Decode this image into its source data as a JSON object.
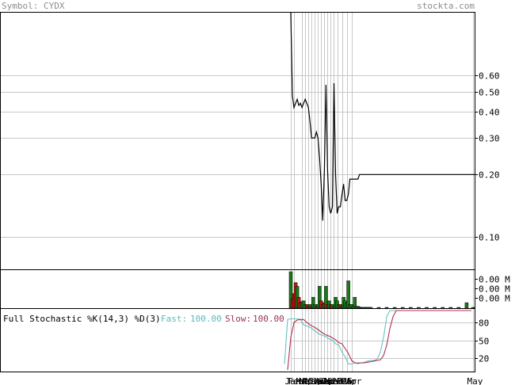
{
  "header": {
    "symbol_label": "Symbol: CYDX",
    "brand": "stockta.com"
  },
  "colors": {
    "price_line": "#000000",
    "grid": "#c8c8c8",
    "volume_up": "#1a7a1a",
    "volume_down": "#cc1111",
    "fast_line": "#66c2c2",
    "slow_line": "#b03050",
    "fast_label": "#5fb8b8",
    "slow_label": "#993355",
    "header_text": "#8c8c8c"
  },
  "chart_data": [
    {
      "type": "line",
      "name": "price",
      "scale": "log",
      "ylim": [
        0.07,
        1.2
      ],
      "y_ticks": [
        {
          "value": 0.6,
          "label": "0.60"
        },
        {
          "value": 0.5,
          "label": "0.50"
        },
        {
          "value": 0.4,
          "label": "0.40"
        },
        {
          "value": 0.3,
          "label": "0.30"
        },
        {
          "value": 0.2,
          "label": "0.20"
        },
        {
          "value": 0.1,
          "label": "0.10"
        }
      ],
      "x": [
        0,
        2,
        4,
        6,
        8,
        10,
        12,
        14,
        16,
        18,
        20,
        22,
        24,
        26,
        28,
        30,
        32,
        34,
        36,
        38,
        40,
        42,
        44,
        46,
        48,
        50,
        52,
        54,
        56,
        58,
        60,
        62,
        64,
        66,
        68,
        70,
        72,
        74,
        76,
        78,
        80,
        82,
        84,
        86,
        88,
        90,
        92,
        94,
        96,
        98,
        100,
        102,
        104,
        106,
        108,
        110,
        112,
        114,
        116,
        118,
        120,
        122,
        124,
        126,
        128,
        130,
        132,
        134,
        136,
        138,
        140,
        142,
        144,
        146,
        148,
        150,
        152,
        154,
        156,
        158,
        160,
        162,
        164,
        166,
        168,
        170,
        172,
        174,
        176,
        178,
        180,
        182,
        184,
        186,
        188,
        190,
        192,
        194,
        196,
        198,
        200,
        202,
        204,
        206,
        208,
        210,
        212,
        214,
        216,
        218,
        220,
        222,
        224,
        226,
        228,
        230
      ],
      "values": [
        1.2,
        0.48,
        0.42,
        0.44,
        0.46,
        0.43,
        0.44,
        0.42,
        0.44,
        0.46,
        0.44,
        0.42,
        0.36,
        0.3,
        0.3,
        0.3,
        0.32,
        0.3,
        0.24,
        0.18,
        0.12,
        0.21,
        0.54,
        0.21,
        0.14,
        0.13,
        0.14,
        0.55,
        0.2,
        0.13,
        0.14,
        0.14,
        0.16,
        0.18,
        0.15,
        0.15,
        0.16,
        0.19,
        0.19,
        0.19,
        0.19,
        0.19,
        0.19,
        0.2,
        0.2,
        0.2,
        0.2,
        0.2,
        0.2,
        0.2,
        0.2,
        0.2,
        0.2,
        0.2,
        0.2,
        0.2,
        0.2,
        0.2,
        0.2,
        0.2,
        0.2,
        0.2,
        0.2,
        0.2,
        0.2,
        0.2,
        0.2,
        0.2,
        0.2,
        0.2,
        0.2,
        0.2,
        0.2,
        0.2,
        0.2,
        0.2,
        0.2,
        0.2,
        0.2,
        0.2,
        0.2,
        0.2,
        0.2,
        0.2,
        0.2,
        0.2,
        0.2,
        0.2,
        0.2,
        0.2,
        0.2,
        0.2,
        0.2,
        0.2,
        0.2,
        0.2,
        0.2,
        0.2,
        0.2,
        0.2,
        0.2,
        0.2,
        0.2,
        0.2,
        0.2,
        0.2,
        0.2,
        0.2,
        0.2,
        0.2,
        0.2,
        0.2,
        0.2,
        0.2,
        0.2,
        0.2
      ],
      "x_range": [
        0,
        230
      ]
    },
    {
      "type": "bar",
      "name": "volume",
      "y_tick_labels": [
        "0.00 M",
        "0.00 M",
        "0.00 M"
      ],
      "ylim": [
        0,
        10
      ],
      "x": [
        0,
        2,
        4,
        6,
        8,
        10,
        12,
        14,
        16,
        18,
        20,
        22,
        24,
        26,
        28,
        30,
        32,
        34,
        36,
        38,
        40,
        42,
        44,
        46,
        48,
        50,
        52,
        54,
        56,
        58,
        60,
        62,
        64,
        66,
        68,
        70,
        72,
        74,
        76,
        78,
        80,
        82,
        84,
        86,
        88,
        90,
        92,
        94,
        96,
        98,
        100,
        110,
        120,
        130,
        140,
        150,
        160,
        170,
        180,
        190,
        200,
        210,
        220,
        228
      ],
      "values": [
        10,
        2.5,
        4,
        7,
        6,
        3,
        1.5,
        1.8,
        2,
        1,
        1,
        0.5,
        1,
        0.5,
        3,
        1,
        0.5,
        1,
        6,
        2,
        1,
        1.5,
        6,
        1,
        2,
        1,
        1,
        0.5,
        3,
        2,
        1,
        1,
        0.5,
        3,
        2,
        1.5,
        7.5,
        1,
        1,
        0.5,
        3,
        0.5,
        0.5,
        0.3,
        0.2,
        0.2,
        0.2,
        0.2,
        0.2,
        0.2,
        0.2,
        0.2,
        0.2,
        0.2,
        0.2,
        0.2,
        0.2,
        0.2,
        0.2,
        0.2,
        0.2,
        0.2,
        1.5,
        0.2,
        0.8
      ],
      "colors": [
        "up",
        "down",
        "down",
        "down",
        "up",
        "down",
        "up",
        "down",
        "up",
        "up",
        "down",
        "up",
        "up",
        "down",
        "up",
        "up",
        "down",
        "up",
        "up",
        "down",
        "up",
        "down",
        "up",
        "down",
        "up",
        "down",
        "up",
        "up",
        "up",
        "up",
        "up",
        "down",
        "up",
        "up",
        "up",
        "up",
        "up",
        "up",
        "up",
        "up",
        "up",
        "up",
        "up",
        "up",
        "up",
        "up",
        "up",
        "up",
        "up",
        "up",
        "up",
        "up",
        "up",
        "up",
        "up",
        "up",
        "up",
        "up",
        "up",
        "up",
        "up",
        "up",
        "up",
        "up",
        "up"
      ],
      "x_range": [
        0,
        230
      ]
    },
    {
      "type": "line",
      "name": "stochastic",
      "title": "Full Stochastic %K(14,3) %D(3)",
      "fast_label": "Fast:",
      "fast_value": "100.00",
      "slow_label": "Slow:",
      "slow_value": "100.00",
      "ylim": [
        0,
        100
      ],
      "y_ticks": [
        {
          "value": 80,
          "label": "80"
        },
        {
          "value": 50,
          "label": "50"
        },
        {
          "value": 20,
          "label": "20"
        }
      ],
      "x_ticks": [
        {
          "x": 0,
          "label": "Jan"
        },
        {
          "x": 4,
          "label": "Feb"
        },
        {
          "x": 14,
          "label": "Mar"
        },
        {
          "x": 18,
          "label": "Mar"
        },
        {
          "x": 22,
          "label": "Apr"
        },
        {
          "x": 26,
          "label": "May"
        },
        {
          "x": 30,
          "label": "Jun"
        },
        {
          "x": 34,
          "label": "Jul"
        },
        {
          "x": 38,
          "label": "Aug"
        },
        {
          "x": 42,
          "label": "Sep"
        },
        {
          "x": 46,
          "label": "Oct"
        },
        {
          "x": 50,
          "label": "Nov"
        },
        {
          "x": 54,
          "label": "Dec"
        },
        {
          "x": 58,
          "label": "2025"
        },
        {
          "x": 64,
          "label": "Feb"
        },
        {
          "x": 70,
          "label": "Mar"
        },
        {
          "x": 76,
          "label": "Apr"
        },
        {
          "x": 228,
          "label": "May"
        }
      ],
      "series": [
        {
          "name": "Fast",
          "x": [
            0,
            4,
            8,
            12,
            16,
            20,
            24,
            28,
            32,
            36,
            40,
            44,
            48,
            52,
            56,
            60,
            64,
            68,
            72,
            76,
            80,
            84,
            88,
            92,
            96,
            100,
            104,
            108,
            112,
            116,
            120,
            124,
            128,
            132,
            136,
            140,
            144,
            148,
            152,
            156,
            160,
            164,
            168,
            172,
            176,
            180,
            184,
            188,
            192,
            196,
            200,
            204,
            208,
            212,
            216,
            220,
            224,
            228,
            230
          ],
          "values": [
            10,
            85,
            86,
            86,
            86,
            85,
            76,
            74,
            72,
            68,
            64,
            60,
            58,
            56,
            52,
            50,
            44,
            42,
            30,
            22,
            10,
            10,
            12,
            12,
            12,
            13,
            15,
            16,
            16,
            18,
            30,
            55,
            90,
            100,
            100,
            100,
            100,
            100,
            100,
            100,
            100,
            100,
            100,
            100,
            100,
            100,
            100,
            100,
            100,
            100,
            100,
            100,
            100,
            100,
            100,
            100,
            100,
            100,
            100
          ]
        },
        {
          "name": "Slow",
          "x": [
            0,
            4,
            8,
            12,
            16,
            20,
            24,
            28,
            32,
            36,
            40,
            44,
            48,
            52,
            56,
            60,
            64,
            68,
            72,
            76,
            80,
            84,
            88,
            92,
            96,
            100,
            104,
            108,
            112,
            116,
            120,
            124,
            128,
            132,
            136,
            140,
            144,
            148,
            152,
            156,
            160,
            164,
            168,
            172,
            176,
            180,
            184,
            188,
            192,
            196,
            200,
            204,
            208,
            212,
            216,
            220,
            224,
            228,
            230
          ],
          "values": [
            0,
            55,
            80,
            84,
            85,
            85,
            80,
            76,
            73,
            70,
            66,
            62,
            59,
            57,
            54,
            51,
            46,
            44,
            36,
            28,
            16,
            12,
            11,
            12,
            12,
            13,
            14,
            15,
            16,
            17,
            24,
            42,
            70,
            90,
            100,
            100,
            100,
            100,
            100,
            100,
            100,
            100,
            100,
            100,
            100,
            100,
            100,
            100,
            100,
            100,
            100,
            100,
            100,
            100,
            100,
            100,
            100,
            100,
            100
          ]
        }
      ],
      "x_range": [
        0,
        230
      ]
    }
  ]
}
